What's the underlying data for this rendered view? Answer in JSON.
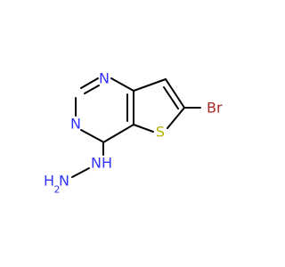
{
  "molecule": {
    "atoms": {
      "n_top": {
        "text": "N"
      },
      "n_left": {
        "text": "N"
      },
      "s": {
        "text": "S"
      },
      "br": {
        "text": "Br"
      },
      "nh": {
        "text": "NH"
      },
      "h2n_h": {
        "text": "H"
      },
      "h2n_n": {
        "text": "N"
      },
      "h2n_sub": {
        "text": "2"
      }
    }
  },
  "colors": {
    "bond": "#000000",
    "nitrogen": "#3333ff",
    "sulfur": "#b2b200",
    "bromine": "#a52a2a",
    "background": "#ffffff"
  }
}
